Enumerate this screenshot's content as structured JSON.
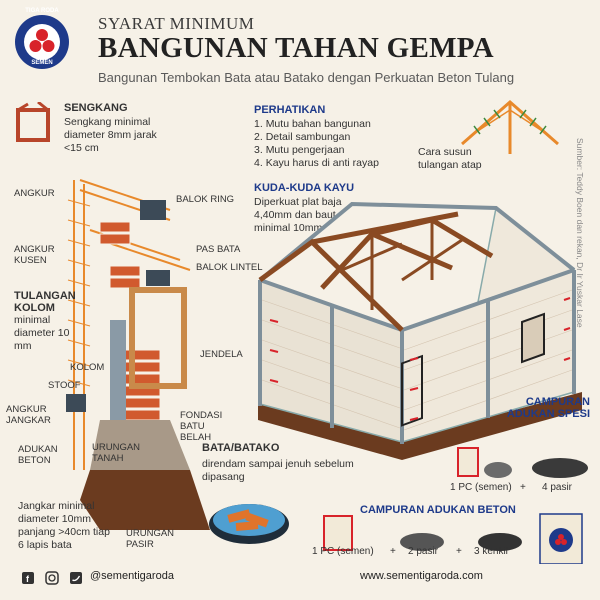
{
  "header": {
    "brand_top": "TIGA RODA",
    "brand_bottom": "SEMEN",
    "title_small": "SYARAT MINIMUM",
    "title_big": "BANGUNAN TAHAN GEMPA",
    "subtitle": "Bangunan Tembokan Bata atau Batako dengan Perkuatan Beton Tulang"
  },
  "sengkang": {
    "title": "SENGKANG",
    "desc": "Sengkang minimal diameter 8mm jarak <15 cm"
  },
  "perhatikan": {
    "title": "PERHATIKAN",
    "items": [
      "Mutu bahan bangunan",
      "Detail sambungan",
      "Mutu pengerjaan",
      "Kayu harus di anti rayap"
    ]
  },
  "roof_note": "Cara susun tulangan atap",
  "kuda_kuda": {
    "title": "KUDA-KUDA KAYU",
    "desc": "Diperkuat plat baja 4,40mm dan baut minimal 10mm"
  },
  "labels": {
    "angkur": "ANGKUR",
    "balok_ring": "BALOK RING",
    "angkur_kusen": "ANGKUR KUSEN",
    "pas_bata": "PAS BATA",
    "balok_lintel": "BALOK LINTEL",
    "tulangan_title": "TULANGAN KOLOM",
    "tulangan_desc": "minimal diameter 10 mm",
    "kolom": "KOLOM",
    "jendela": "JENDELA",
    "stoof": "STOOF",
    "angkur_jangkar": "ANGKUR JANGKAR",
    "fondasi": "FONDASI BATU BELAH",
    "adukan_beton": "ADUKAN BETON",
    "urungan_tanah": "URUNGAN TANAH",
    "urungan_pasir": "URUNGAN PASIR",
    "jangkar_note": "Jangkar minimal diameter 10mm panjang >40cm tiap 6 lapis bata"
  },
  "bata": {
    "title": "BATA/BATAKO",
    "desc": "direndam sampai jenuh sebelum dipasang"
  },
  "spesi": {
    "title": "CAMPURAN ADUKAN SPESI",
    "pc": "1 PC (semen)",
    "plus": "+",
    "pasir": "4 pasir"
  },
  "beton": {
    "title": "CAMPURAN ADUKAN BETON",
    "pc": "1 PC (semen)",
    "plus1": "+",
    "pasir": "2 pasir",
    "plus2": "+",
    "kerikil": "3 kerikil"
  },
  "source": "Sumber: Teddy Boen dan rekan, Dr Ir Yuskar Lase",
  "footer": {
    "handle": "@sementigaroda",
    "url": "www.sementigaroda.com"
  },
  "colors": {
    "brand_red": "#d8232a",
    "heading_blue": "#1e3a8a",
    "rebar_orange": "#e8892b",
    "brick": "#b8452a",
    "timber": "#8a4a22"
  }
}
